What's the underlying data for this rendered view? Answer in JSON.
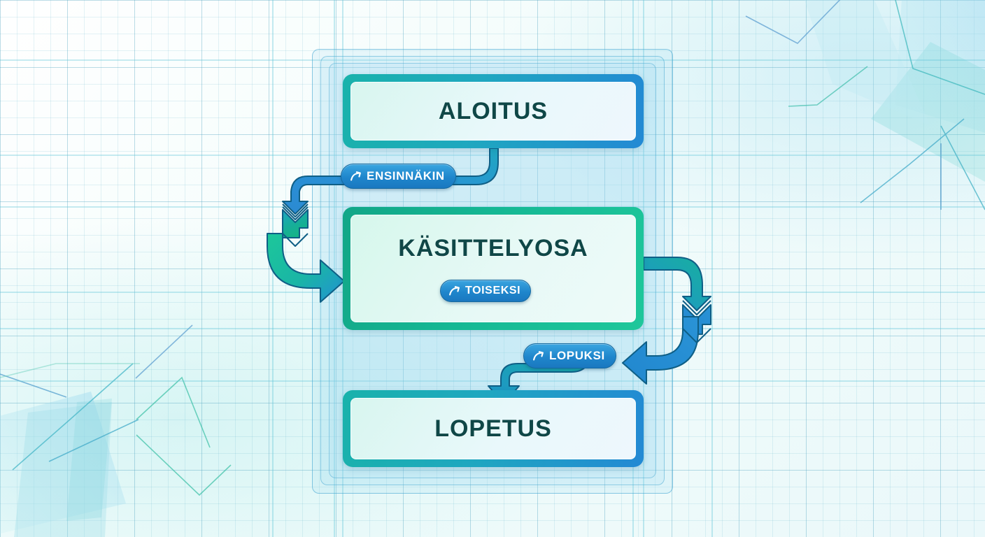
{
  "diagram": {
    "title": "Process flow diagram",
    "language": "fi",
    "nodes": [
      {
        "id": "start",
        "label": "ALOITUS",
        "shape": "rounded-rect",
        "accent": "#1fa7c0"
      },
      {
        "id": "process",
        "label": "KÄSITTELYOSA",
        "shape": "rounded-rect",
        "accent": "#15b894"
      },
      {
        "id": "end",
        "label": "LOPETUS",
        "shape": "rounded-rect",
        "accent": "#2389d4"
      }
    ],
    "connectors": [
      {
        "id": "c1",
        "label": "ENSINNÄKIN",
        "from": "start",
        "to": "process",
        "icon": "curved-arrow-icon"
      },
      {
        "id": "c2",
        "label": "TOISEKSI",
        "from": "process",
        "to": "process",
        "icon": "curved-arrow-icon"
      },
      {
        "id": "c3",
        "label": "LOPUKSI",
        "from": "process",
        "to": "end",
        "icon": "curved-arrow-icon"
      }
    ],
    "colors": {
      "teal": "#19b2ab",
      "green": "#15b894",
      "blue": "#2389d4",
      "badge_blue": "#1f86cc",
      "text_dark": "#0f4747",
      "panel_stroke": "#38a0cd",
      "background": "#f4fbfb"
    }
  }
}
